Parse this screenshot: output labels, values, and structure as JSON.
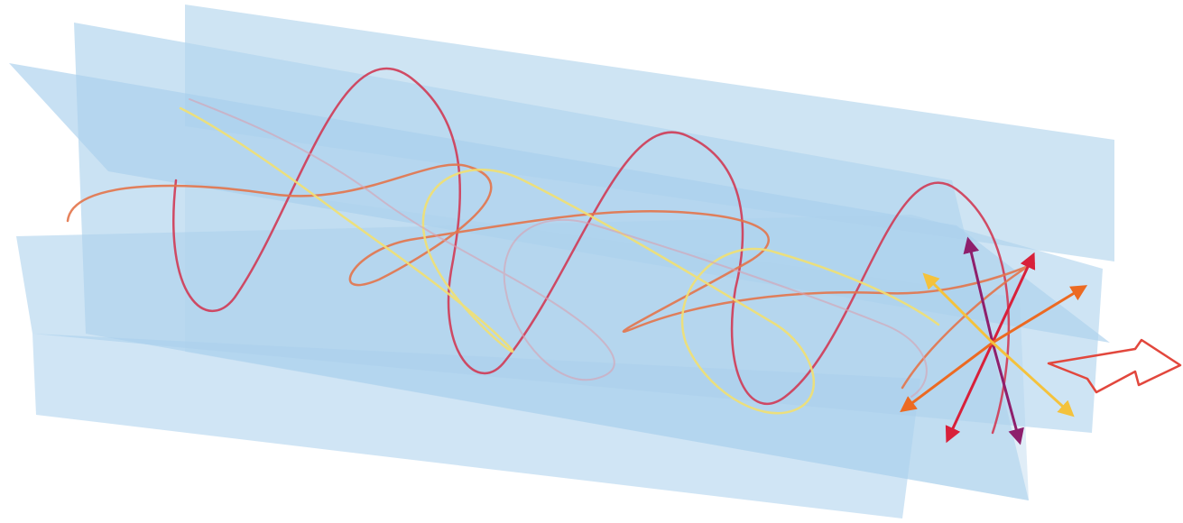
{
  "figure": {
    "kind": "polarization-planes-illustration",
    "colors": {
      "background": "#ffffff",
      "plane_back": "#c6dff1",
      "plane_mid": "#b4d6ee",
      "plane_front": "#a9d0ec",
      "helix_red": "#d03a54",
      "helix_orange": "#e3744a",
      "helix_yellow": "#f2e070",
      "vector_purple": "#8e1f6c",
      "vector_red": "#d8203a",
      "vector_orange": "#ec6a22",
      "vector_yellow": "#f4c23c",
      "direction_arrow_outline": "#e2473d"
    },
    "planes": [
      "vertical-plane",
      "diagonal-plane-a",
      "diagonal-plane-b",
      "horizontal-plane"
    ],
    "waves": [
      "vertical-wave",
      "diagonal-wave-a",
      "diagonal-wave-b",
      "horizontal-wave"
    ],
    "field_vectors": [
      "vertical-vector",
      "diagonal-vector-a",
      "diagonal-vector-b",
      "horizontal-vector"
    ],
    "propagation_arrow": "hollow-arrow-right"
  }
}
